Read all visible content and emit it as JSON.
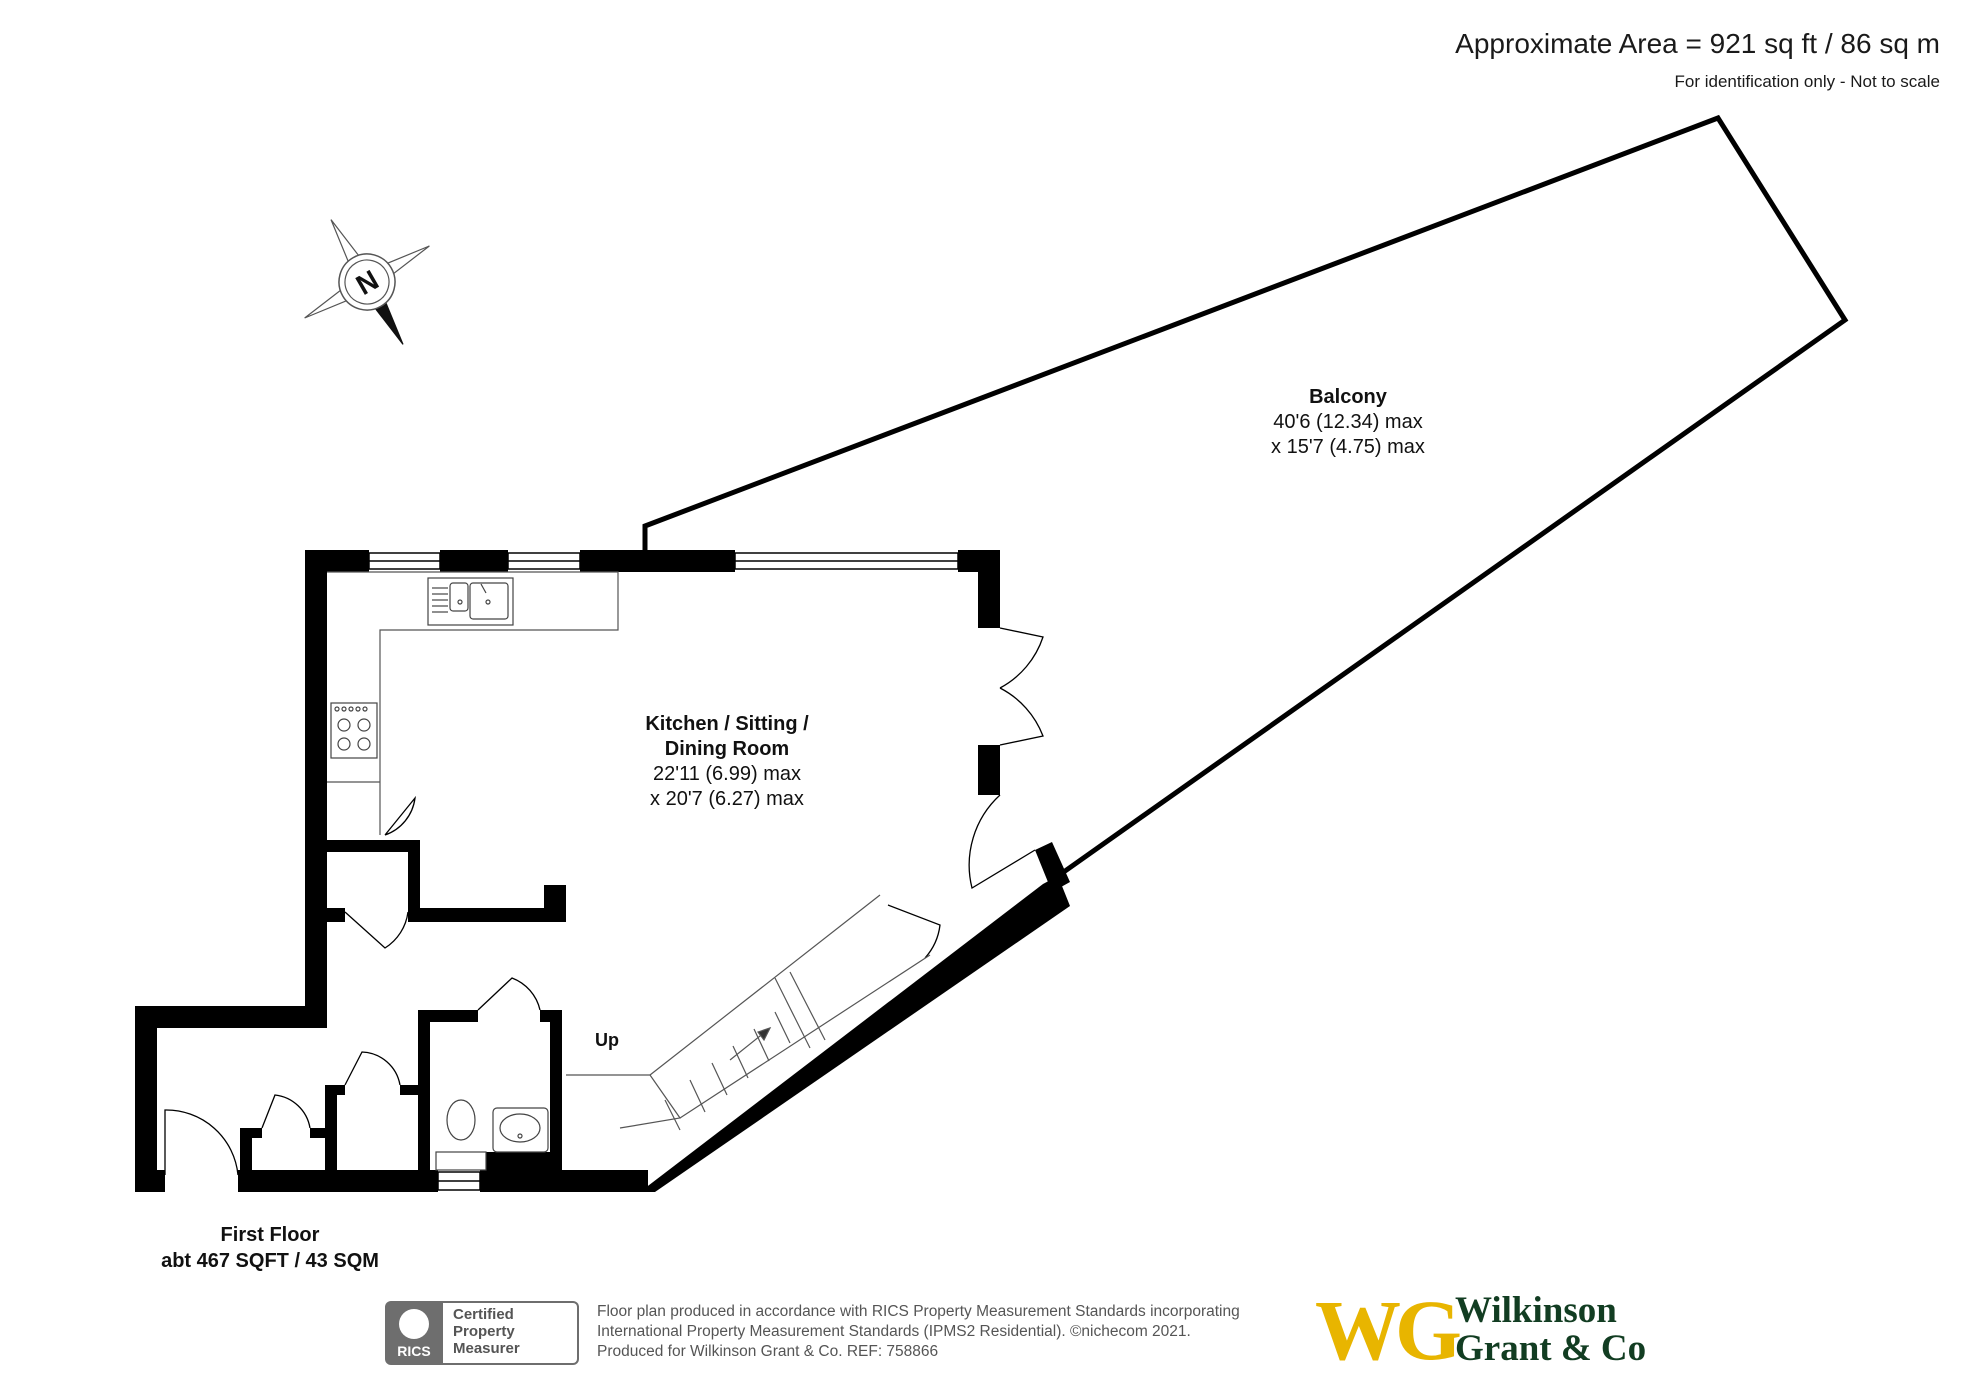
{
  "header": {
    "area_title": "Approximate Area = 921 sq ft / 86 sq m",
    "area_note": "For identification only - Not to scale"
  },
  "compass": {
    "letter": "N"
  },
  "rooms": {
    "balcony": {
      "name": "Balcony",
      "dim1": "40'6 (12.34) max",
      "dim2": "x 15'7 (4.75) max"
    },
    "kitchen": {
      "name_line1": "Kitchen / Sitting /",
      "name_line2": "Dining Room",
      "dim1": "22'11 (6.99) max",
      "dim2": "x 20'7 (6.27) max"
    }
  },
  "stairs_label": "Up",
  "floor": {
    "name": "First Floor",
    "area": "abt 467 SQFT / 43 SQM"
  },
  "footer": {
    "rics_word": "RICS",
    "rics_cert_1": "Certified",
    "rics_cert_2": "Property",
    "rics_cert_3": "Measurer",
    "line1": "Floor plan produced in accordance with RICS Property Measurement Standards incorporating",
    "line2": "International Property Measurement Standards (IPMS2 Residential).  ©nichecom 2021.",
    "line3": "Produced for Wilkinson Grant & Co.   REF: 758866",
    "logo_mark": "WG",
    "logo_name_1": "Wilkinson",
    "logo_name_2": "Grant & Co"
  },
  "colors": {
    "wall": "#000000",
    "logo_gold": "#e8b500",
    "logo_green": "#123d22",
    "grey": "#6e6e6e"
  }
}
